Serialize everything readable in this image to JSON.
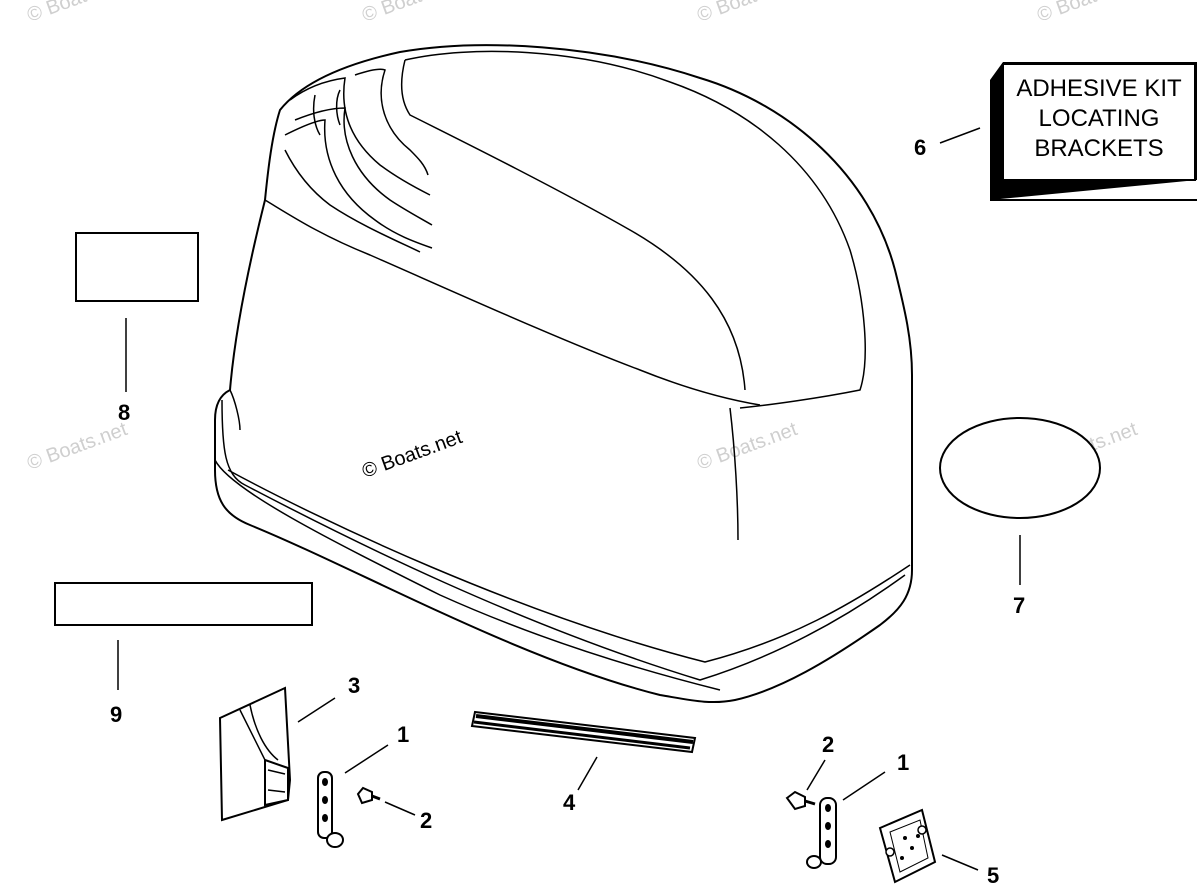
{
  "watermarks": {
    "main": "© Boats.net",
    "faint": "© Boats.net"
  },
  "kit_box": {
    "line1": "ADHESIVE KIT",
    "line2": "LOCATING",
    "line3": "BRACKETS"
  },
  "callouts": {
    "c1a": "1",
    "c1b": "1",
    "c2a": "2",
    "c2b": "2",
    "c3": "3",
    "c4": "4",
    "c5": "5",
    "c6": "6",
    "c7": "7",
    "c8": "8",
    "c9": "9"
  }
}
